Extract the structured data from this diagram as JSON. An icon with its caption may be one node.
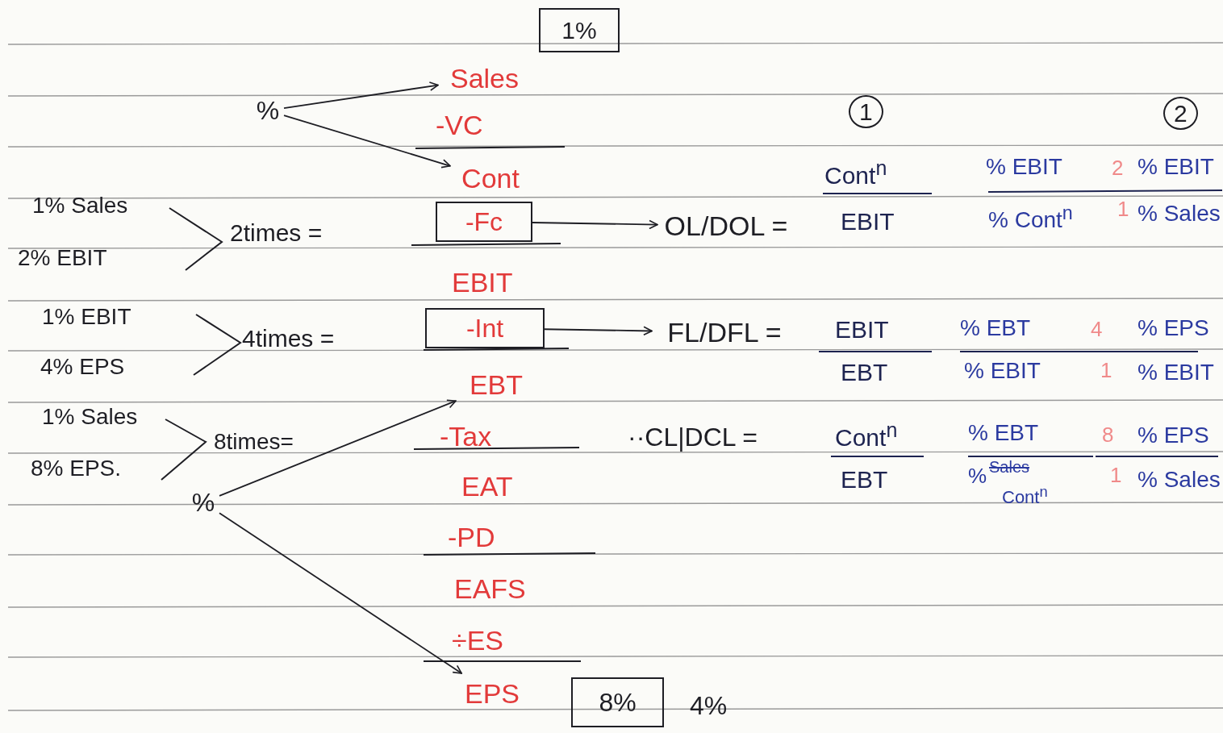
{
  "diagram": {
    "nodes": [
      {
        "text": [
          "%"
        ]
      },
      {
        "text": [
          "Sales"
        ]
      },
      {
        "text": [
          "Cont"
        ]
      },
      {
        "text": [
          "-Fc"
        ]
      },
      {
        "text": [
          "OL/DOL ="
        ]
      },
      {
        "text": [
          "-Int"
        ]
      },
      {
        "text": [
          "FL/DFL ="
        ]
      },
      {
        "text": [
          "%"
        ]
      },
      {
        "text": [
          "EBT"
        ]
      },
      {
        "text": [
          "EPS"
        ]
      },
      {
        "text": [
          "1%"
        ]
      },
      {
        "text": [
          "8%"
        ]
      }
    ],
    "edges": [
      {
        "from": 0,
        "to": 1,
        "arrow": "to"
      },
      {
        "from": 0,
        "to": 2,
        "arrow": "to"
      },
      {
        "from": 3,
        "to": 4,
        "arrow": "to"
      },
      {
        "from": 5,
        "to": 6,
        "arrow": "to"
      },
      {
        "from": 7,
        "to": 8,
        "arrow": "to"
      },
      {
        "from": 7,
        "to": 9,
        "arrow": "to"
      }
    ],
    "labels": [
      "-VC",
      "1",
      "2",
      "Cont$^{n}$",
      "% EBIT",
      "2",
      "% EBIT",
      "1% Sales",
      "2% EBIT",
      "2times =",
      "EBIT",
      "% Cont$^{n}$",
      "1",
      "% Sales",
      "EBIT",
      "1% EBIT",
      "4% EPS",
      "4times =",
      "EBIT",
      "% EBT",
      "4",
      "% EPS",
      "EBT",
      "% EBIT",
      "1",
      "% EBIT",
      "1% Sales",
      "-Tax",
      "··CL|DCL =",
      "Cont$^{n}$",
      "% EBT",
      "8",
      "% EPS",
      "8% EPS.",
      "8times=",
      "EAT",
      "EBT",
      "%",
      "Sales",
      "Cont$^{n}$",
      "1",
      "% Sales",
      "-PD",
      "EAFS",
      "÷ES",
      "4%"
    ]
  }
}
